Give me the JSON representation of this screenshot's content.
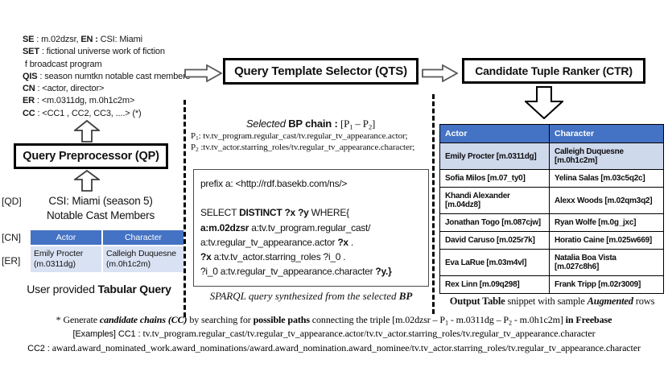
{
  "components": {
    "qp_title": "Query Preprocessor (QP)",
    "qts_title": "Query Template Selector (QTS)",
    "ctr_title": "Candidate Tuple Ranker (CTR)"
  },
  "notes": {
    "l1": {
      "b1": "SE",
      "t1": " : m.02dzsr, ",
      "b2": "EN :",
      "t2": " CSI: Miami"
    },
    "l2": {
      "b1": "SET",
      "t1": " : fictional universe work of fiction"
    },
    "l3": {
      "t1": " f broadcast program"
    },
    "l4": {
      "b1": "QIS",
      "t1": " : season numtkn notable cast members"
    },
    "l5": {
      "b1": "CN",
      "t1": " : <actor, director>"
    },
    "l6": {
      "b1": "ER",
      "t1": " : <m.0311dg, m.0h1c2m>"
    },
    "l7": {
      "b1": "CC",
      "t1": " : <CC1 , CC2, CC3, ....> (*)"
    }
  },
  "tabular_query": {
    "qd_label": "[QD]",
    "cn_label": "[CN]",
    "er_label": "[ER]",
    "title_line1": "CSI: Miami (season 5)",
    "title_line2": "Notable Cast Members",
    "headers": [
      "Actor",
      "Character"
    ],
    "row": {
      "actor": "Emily Procter (m.0311dg)",
      "character": "Calleigh Duquesne (m.0h1c2m)"
    },
    "caption_plain": "User provided ",
    "caption_bold": "Tabular Query"
  },
  "bp": {
    "selected_italic": "Selected",
    "selected_bold": " BP chain : ",
    "f_open": "[P",
    "f_sub1": "1",
    "f_mid": " – P",
    "f_sub2": "2",
    "f_close": "]",
    "p1_label": "P",
    "p1_sub": "1",
    "p1_text": ": tv.tv_program.regular_cast/tv.regular_tv_appearance.actor;",
    "p2_label": "P",
    "p2_sub": "2",
    "p2_text": " :tv.tv_actor.starring_roles/tv.regular_tv_appearance.character;"
  },
  "sparql": {
    "line1": "prefix a: <http://rdf.basekb.com/ns/>",
    "line2": " ",
    "line3_t1": "SELECT ",
    "line3_b1": "DISTINCT ?x ?y",
    "line3_t2": " WHERE{",
    "line4_b1": "a:m.02dzsr",
    "line4_t1": " a:tv.tv_program.regular_cast/",
    "line5_t1": "a:tv.regular_tv_appearance.actor ",
    "line5_b1": "?x",
    "line5_t2": " .",
    "line6_b1": "?x",
    "line6_t1": " a:tv.tv_actor.starring_roles ?i_0 .",
    "line7_t1": "?i_0 a:tv.regular_tv_appearance.character ",
    "line7_b1": "?y",
    "line7_t2": ".}",
    "caption_italic": "SPARQL query synthesized from the selected ",
    "caption_bold": "BP"
  },
  "output_table": {
    "headers": [
      "Actor",
      "Character"
    ],
    "rows": [
      [
        "Emily Procter [m.0311dg]",
        "Calleigh Duquesne [m.0h1c2m]"
      ],
      [
        "Sofia Milos [m.07_ty0]",
        "Yelina Salas [m.03c5q2c]"
      ],
      [
        "Khandi Alexander [m.04dz8]",
        "Alexx Woods [m.02qm3q2]"
      ],
      [
        "Jonathan Togo [m.087cjw]",
        "Ryan Wolfe [m.0g_jxc]"
      ],
      [
        "David Caruso [m.025r7k]",
        "Horatio Caine [m.025w669]"
      ],
      [
        "Eva LaRue [m.03m4vl]",
        "Natalia Boa Vista [m.027c8h6]"
      ],
      [
        "Rex Linn [m.09q298]",
        "Frank Tripp [m.02r3009]"
      ]
    ],
    "caption_b1": "Output Table",
    "caption_t1": " snippet with sample ",
    "caption_bi1": "Augmented",
    "caption_t2": " rows"
  },
  "footnote": {
    "l1_t1": "* Generate ",
    "l1_bi1": "candidate chains (CC)",
    "l1_t2": " by searching for ",
    "l1_b1": "possible paths",
    "l1_t3": " connecting the triple [m.02dzsr – P",
    "l1_sub1": "1",
    "l1_t4": " - m.0311dg – P",
    "l1_sub2": "2",
    "l1_t5": " - m.0h1c2m] ",
    "l1_b2": "in Freebase",
    "l2_sans": "[Examples] CC1 : ",
    "l2_text": "tv.tv_program.regular_cast/tv.regular_tv_appearance.actor/tv.tv_actor.starring_roles/tv.regular_tv_appearance.character",
    "l3_sans": "CC2 : ",
    "l3_text": "award.award_nominated_work.award_nominations/award.award_nomination.award_nominee/tv.tv_actor.starring_roles/tv.regular_tv_appearance.character"
  },
  "colors": {
    "table_header_blue": "#4472C4",
    "highlight_row": "#CFD9EC",
    "left_row_fill": "#D9E2F3"
  }
}
